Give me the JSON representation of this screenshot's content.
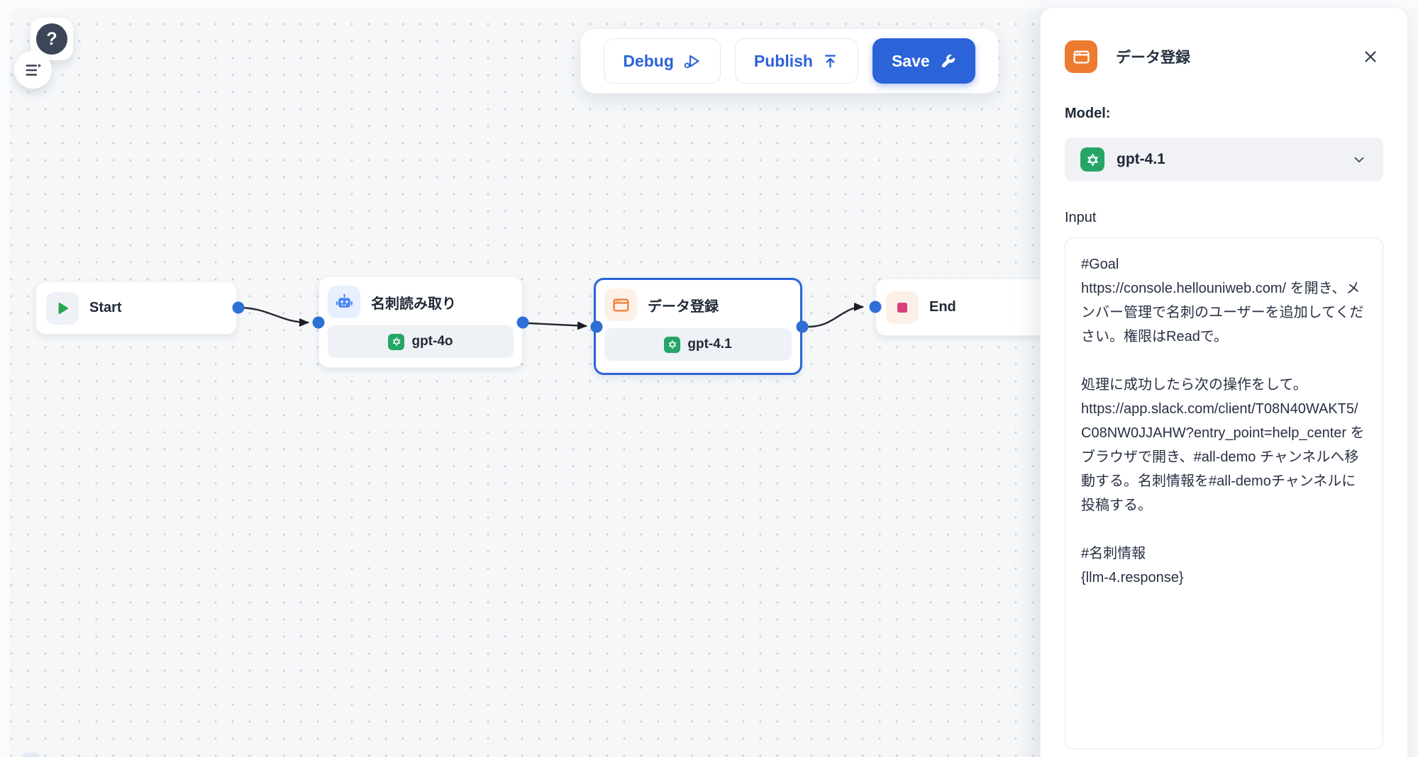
{
  "colors": {
    "accent": "#2b63d9",
    "openai_green": "#25a667",
    "node_orange": "#ec7b30",
    "end_pink": "#dc3f80",
    "start_green": "#2aa44e",
    "robot_blue": "#4a86f7"
  },
  "help": {
    "label": "?"
  },
  "toolbar": {
    "debug_label": "Debug",
    "publish_label": "Publish",
    "save_label": "Save"
  },
  "canvas": {
    "nodes": [
      {
        "id": "start",
        "label": "Start"
      },
      {
        "id": "llm-card-reader",
        "label": "名刺読み取り",
        "model": "gpt-4o"
      },
      {
        "id": "llm-data-entry",
        "label": "データ登録",
        "model": "gpt-4.1",
        "selected": true
      },
      {
        "id": "end",
        "label": "End"
      }
    ]
  },
  "panel": {
    "title": "データ登録",
    "model_label": "Model:",
    "model_value": "gpt-4.1",
    "input_label": "Input",
    "input_value": "#Goal\nhttps://console.hellouniweb.com/ を開き、メンバー管理で名刺のユーザーを追加してください。権限はReadで。\n\n処理に成功したら次の操作をして。\nhttps://app.slack.com/client/T08N40WAKT5/C08NW0JJAHW?entry_point=help_center をブラウザで開き、#all-demo チャンネルへ移動する。名刺情報を#all-demoチャンネルに投稿する。\n\n#名刺情報\n{llm-4.response}"
  }
}
